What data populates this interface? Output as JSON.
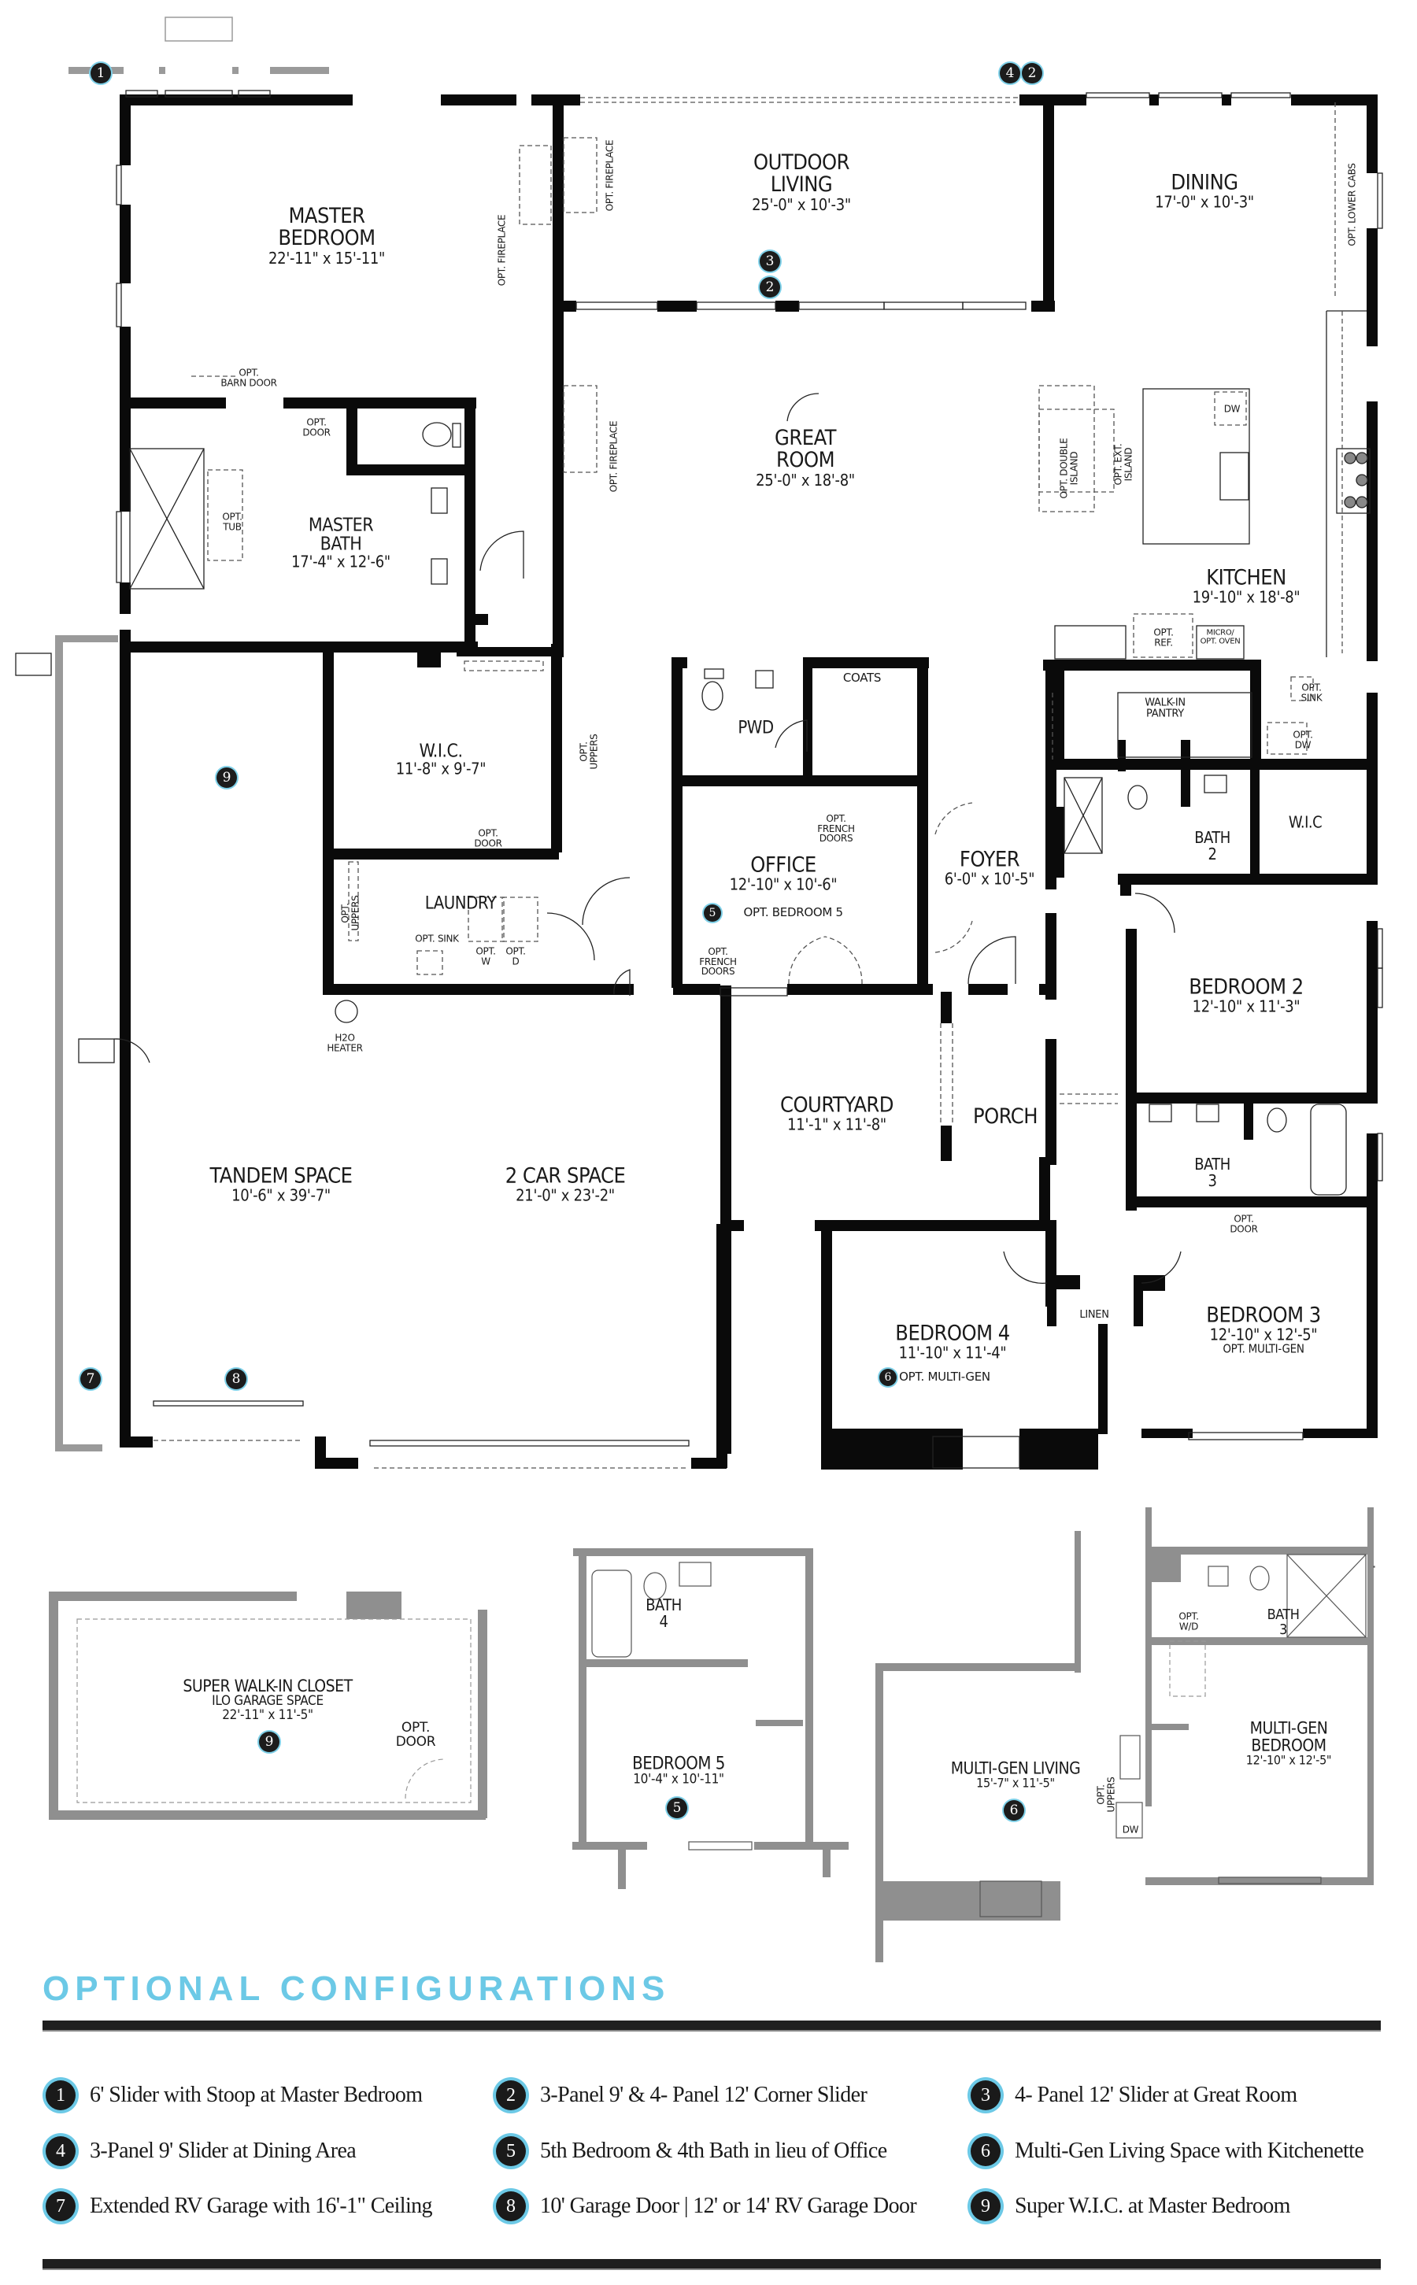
{
  "main_plan": {
    "rooms": {
      "master_bedroom": {
        "name_line1": "MASTER",
        "name_line2": "BEDROOM",
        "dims": "22'-11\" x 15'-11\""
      },
      "outdoor_living": {
        "name_line1": "OUTDOOR",
        "name_line2": "LIVING",
        "dims": "25'-0\" x 10'-3\""
      },
      "dining": {
        "name": "DINING",
        "dims": "17'-0\" x 10'-3\""
      },
      "great_room": {
        "name_line1": "GREAT",
        "name_line2": "ROOM",
        "dims": "25'-0\" x 18'-8\""
      },
      "kitchen": {
        "name": "KITCHEN",
        "dims": "19'-10\" x 18'-8\""
      },
      "master_bath": {
        "name_line1": "MASTER",
        "name_line2": "BATH",
        "dims": "17'-4\" x 12'-6\""
      },
      "wic": {
        "name": "W.I.C.",
        "dims": "11'-8\" x 9'-7\""
      },
      "laundry": {
        "name": "LAUNDRY"
      },
      "pwd": {
        "name": "PWD"
      },
      "coats": {
        "name": "COATS"
      },
      "office": {
        "name": "OFFICE",
        "dims": "12'-10\" x 10'-6\"",
        "option": "OPT. BEDROOM 5"
      },
      "foyer": {
        "name": "FOYER",
        "dims": "6'-0\" x 10'-5\""
      },
      "walk_in_pantry": {
        "name_line1": "WALK-IN",
        "name_line2": "PANTRY"
      },
      "bath2": {
        "name_line1": "BATH",
        "name_line2": "2"
      },
      "wic2": {
        "name": "W.I.C"
      },
      "bedroom2": {
        "name": "BEDROOM 2",
        "dims": "12'-10\" x 11'-3\""
      },
      "courtyard": {
        "name": "COURTYARD",
        "dims": "11'-1\" x 11'-8\""
      },
      "porch": {
        "name": "PORCH"
      },
      "bath3": {
        "name_line1": "BATH",
        "name_line2": "3"
      },
      "tandem_space": {
        "name": "TANDEM SPACE",
        "dims": "10'-6\" x 39'-7\""
      },
      "two_car_space": {
        "name": "2 CAR SPACE",
        "dims": "21'-0\" x 23'-2\""
      },
      "bedroom4": {
        "name": "BEDROOM 4",
        "dims": "11'-10\" x 11'-4\"",
        "option": "OPT. MULTI-GEN"
      },
      "bedroom3": {
        "name": "BEDROOM 3",
        "dims": "12'-10\" x 12'-5\"",
        "option": "OPT. MULTI-GEN"
      },
      "linen": {
        "name": "LINEN"
      }
    },
    "annotations": {
      "opt_fireplace": "OPT. FIREPLACE",
      "opt_barn_door_1": "OPT.",
      "opt_barn_door_2": "BARN DOOR",
      "opt_door_1": "OPT.",
      "opt_door_2": "DOOR",
      "opt_tub_1": "OPT.",
      "opt_tub_2": "TUB",
      "opt_uppers_1": "OPT.",
      "opt_uppers_2": "UPPERS",
      "opt_sink": "OPT. SINK",
      "opt_w_1": "OPT.",
      "opt_w_2": "W",
      "opt_d_1": "OPT.",
      "opt_d_2": "D",
      "h2o_1": "H2O",
      "h2o_2": "HEATER",
      "opt_french_1": "OPT.",
      "opt_french_2": "FRENCH",
      "opt_french_3": "DOORS",
      "opt_double_island_1": "OPT. DOUBLE",
      "opt_double_island_2": "ISLAND",
      "opt_ext_island_1": "OPT. EXT.",
      "opt_ext_island_2": "ISLAND",
      "dw": "DW",
      "opt_ref_1": "OPT.",
      "opt_ref_2": "REF.",
      "micro_1": "MICRO/",
      "micro_2": "OPT. OVEN",
      "opt_lower_cabs": "OPT. LOWER CABS",
      "opt_sink_1": "OPT.",
      "opt_sink_2": "SINK",
      "opt_dw_1": "OPT.",
      "opt_dw_2": "DW"
    },
    "badges": [
      "1",
      "2",
      "3",
      "4",
      "5",
      "6",
      "7",
      "8",
      "9"
    ]
  },
  "inset_plans": {
    "super_wic": {
      "line1": "SUPER WALK-IN CLOSET",
      "line2": "ILO GARAGE SPACE",
      "dims": "22'-11\" x 11'-5\"",
      "opt_door_1": "OPT.",
      "opt_door_2": "DOOR",
      "badge": "9"
    },
    "bedroom5": {
      "bath_1": "BATH",
      "bath_2": "4",
      "name": "BEDROOM 5",
      "dims": "10'-4\" x 10'-11\"",
      "badge": "5"
    },
    "multigen": {
      "living": "MULTI-GEN LIVING",
      "living_dims": "15'-7\" x 11'-5\"",
      "bedroom_1": "MULTI-GEN",
      "bedroom_2": "BEDROOM",
      "bedroom_dims": "12'-10\" x 12'-5\"",
      "bath_1": "BATH",
      "bath_2": "3",
      "opt_wd_1": "OPT.",
      "opt_wd_2": "W/D",
      "opt_uppers_1": "OPT.",
      "opt_uppers_2": "UPPERS",
      "dw": "DW",
      "badge": "6"
    }
  },
  "optional_configurations": {
    "title": "OPTIONAL CONFIGURATIONS",
    "accent_color": "#6cc9e6",
    "items": [
      {
        "num": "1",
        "text": "6' Slider with Stoop at Master Bedroom"
      },
      {
        "num": "2",
        "text": "3-Panel 9' & 4- Panel 12' Corner Slider"
      },
      {
        "num": "3",
        "text": "4- Panel 12' Slider at Great Room"
      },
      {
        "num": "4",
        "text": "3-Panel 9' Slider at Dining Area"
      },
      {
        "num": "5",
        "text": "5th Bedroom & 4th Bath in lieu of Office"
      },
      {
        "num": "6",
        "text": "Multi-Gen Living Space with Kitchenette"
      },
      {
        "num": "7",
        "text": "Extended RV Garage with 16'-1\" Ceiling"
      },
      {
        "num": "8",
        "text": "10' Garage Door | 12' or 14' RV Garage Door"
      },
      {
        "num": "9",
        "text": "Super W.I.C. at Master Bedroom"
      }
    ]
  }
}
